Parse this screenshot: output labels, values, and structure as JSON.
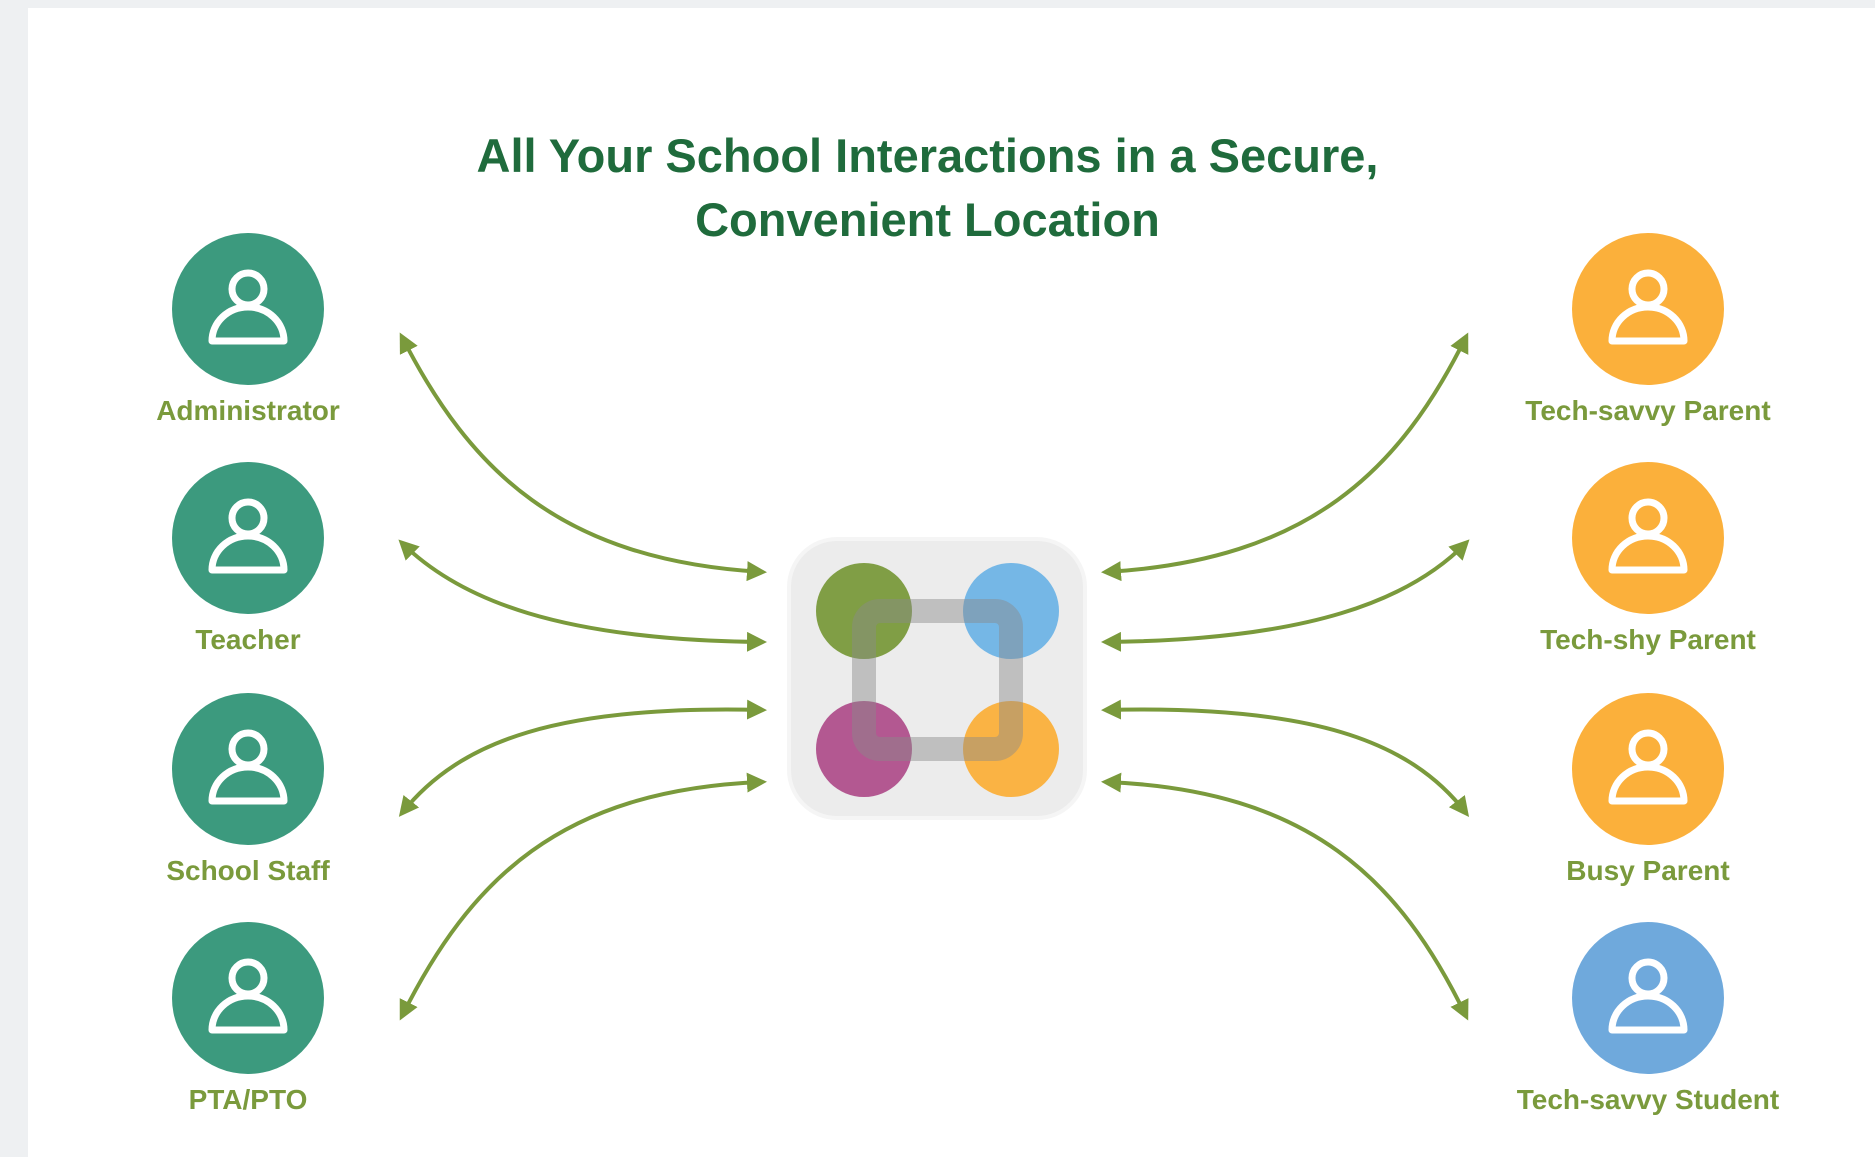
{
  "title": {
    "line1": "All Your School Interactions in a Secure,",
    "line2": "Convenient Location"
  },
  "colors": {
    "title": "#1f6b3c",
    "staff": "#3c9a7e",
    "staff_label": "#7a9a3c",
    "parent": "#fbb03b",
    "student": "#6fa9dc",
    "arrow": "#7a9a3c",
    "hub_bg": "#ececec",
    "hub_frame": "#bfbfbf",
    "dot_green": "#7a9a3c",
    "dot_blue": "#6fb4e6",
    "dot_purple": "#b0508c",
    "dot_orange": "#fbb03b"
  },
  "left_people": [
    {
      "label": "Administrator",
      "icon": "person-icon"
    },
    {
      "label": "Teacher",
      "icon": "person-icon"
    },
    {
      "label": "School Staff",
      "icon": "person-icon"
    },
    {
      "label": "PTA/PTO",
      "icon": "person-icon"
    }
  ],
  "right_people": [
    {
      "label": "Tech-savvy Parent",
      "icon": "person-icon"
    },
    {
      "label": "Tech-shy Parent",
      "icon": "person-icon"
    },
    {
      "label": "Busy Parent",
      "icon": "person-icon"
    },
    {
      "label": "Tech-savvy Student",
      "icon": "person-icon"
    }
  ],
  "hub": {
    "icon": "app-logo-icon"
  }
}
